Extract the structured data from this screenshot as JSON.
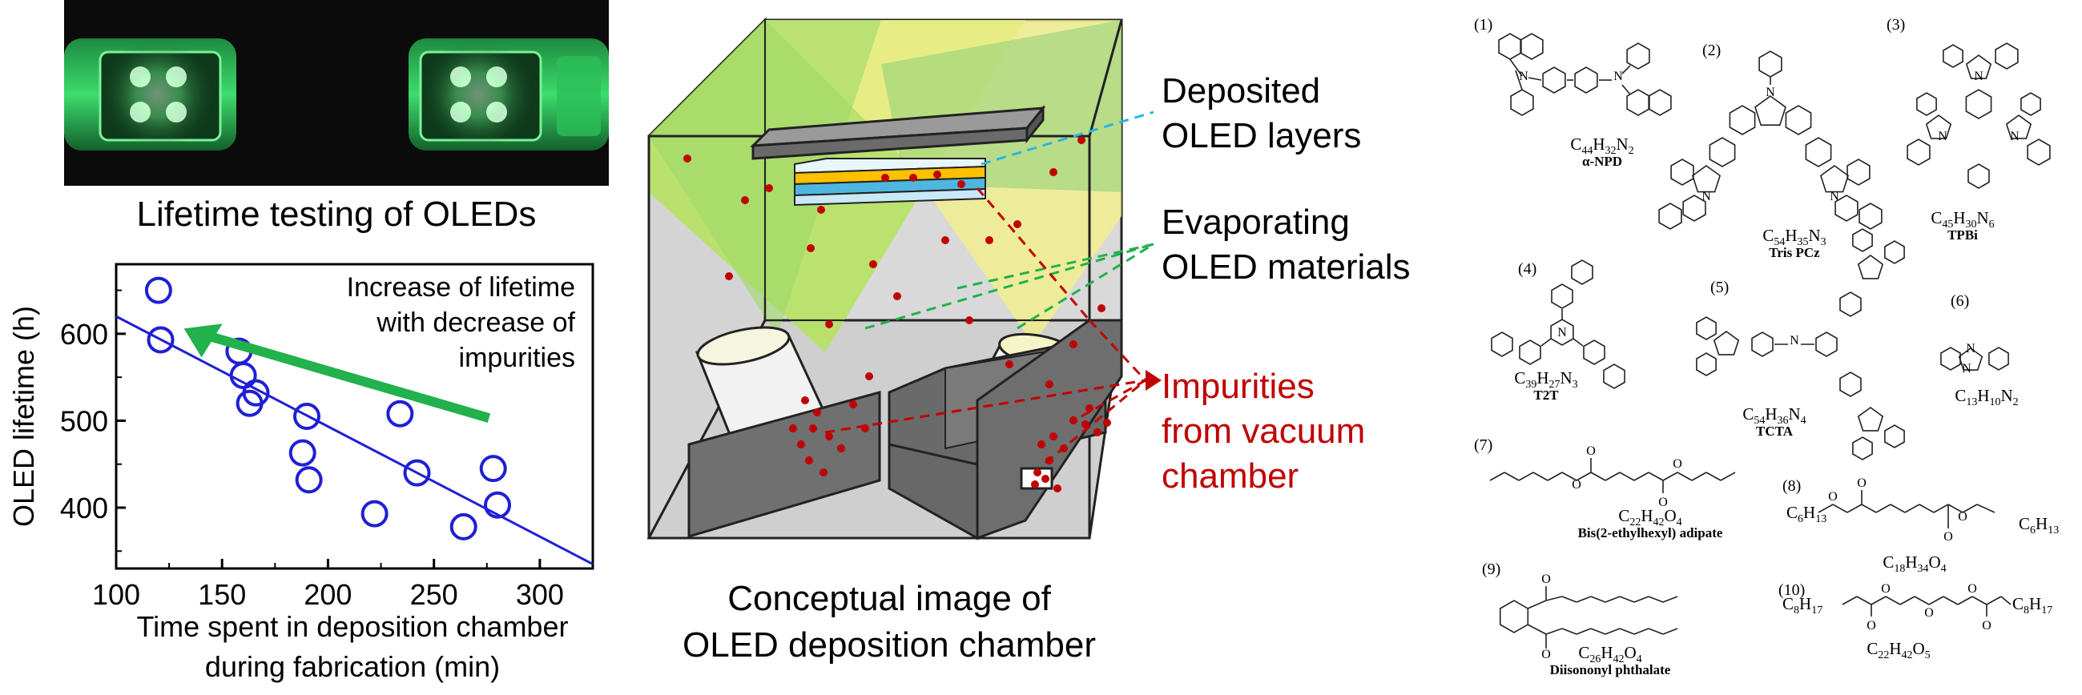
{
  "photo": {
    "caption": "Lifetime testing of OLEDs",
    "bg_color": "#0b0b0b",
    "glow_color": "#3ddc6e"
  },
  "plot": {
    "chart_data": {
      "type": "scatter",
      "xlabel": "Time spent in deposition chamber during fabrication (min)",
      "ylabel": "OLED lifetime (h)",
      "xlim": [
        100,
        325
      ],
      "ylim": [
        330,
        680
      ],
      "xticks": [
        100,
        150,
        200,
        250,
        300
      ],
      "yticks": [
        400,
        500,
        600
      ],
      "points": [
        [
          120,
          650
        ],
        [
          121,
          593
        ],
        [
          158,
          580
        ],
        [
          160,
          552
        ],
        [
          163,
          520
        ],
        [
          166,
          532
        ],
        [
          190,
          505
        ],
        [
          188,
          463
        ],
        [
          191,
          432
        ],
        [
          234,
          508
        ],
        [
          242,
          440
        ],
        [
          222,
          393
        ],
        [
          264,
          378
        ],
        [
          278,
          445
        ],
        [
          280,
          403
        ]
      ],
      "fit_line": [
        [
          100,
          620
        ],
        [
          325,
          335
        ]
      ],
      "annotation": "Increase of lifetime\nwith decrease of\nimpurities",
      "marker_color": "#1f1fd6",
      "arrow_color": "#22b14c"
    }
  },
  "chamber": {
    "caption_line1": "Conceptual image of",
    "caption_line2": "OLED deposition chamber",
    "label_deposited": "Deposited\nOLED layers",
    "label_evaporating": "Evaporating\nOLED materials",
    "label_impurities": "Impurities\nfrom vacuum\nchamber",
    "impurity_color": "#c00000",
    "plume_color": "#b5e35a"
  },
  "molecules": [
    {
      "num": "(1)",
      "formula": "C44H32N2",
      "name": "α-NPD"
    },
    {
      "num": "(2)",
      "formula": "C54H35N3",
      "name": "Tris PCz"
    },
    {
      "num": "(3)",
      "formula": "C45H30N6",
      "name": "TPBi"
    },
    {
      "num": "(4)",
      "formula": "C39H27N3",
      "name": "T2T"
    },
    {
      "num": "(5)",
      "formula": "C54H36N4",
      "name": "TCTA"
    },
    {
      "num": "(6)",
      "formula": "C13H10N2",
      "name": ""
    },
    {
      "num": "(7)",
      "formula": "C22H42O4",
      "name": "Bis(2-ethylhexyl) adipate"
    },
    {
      "num": "(8)",
      "formula": "C18H34O4",
      "name": ""
    },
    {
      "num": "(9)",
      "formula": "C26H42O4",
      "name": "Diisononyl phthalate"
    },
    {
      "num": "(10)",
      "formula": "C22H42O5",
      "name": ""
    }
  ],
  "substituents": {
    "c6": "C6H13",
    "c8": "C8H17"
  }
}
